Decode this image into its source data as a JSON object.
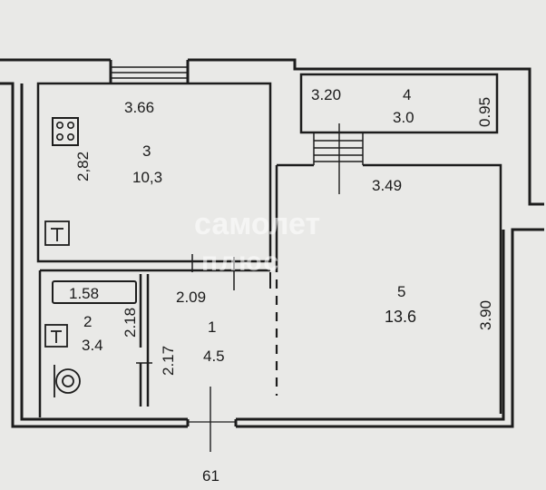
{
  "rooms": [
    {
      "id": "1",
      "number": "1",
      "area": "4.5"
    },
    {
      "id": "2",
      "number": "2",
      "area": "3.4"
    },
    {
      "id": "3",
      "number": "3",
      "area": "10,3"
    },
    {
      "id": "4",
      "number": "4",
      "area": "3.0"
    },
    {
      "id": "5",
      "number": "5",
      "area": "13.6"
    }
  ],
  "dimensions": {
    "kitchen_width": "3.66",
    "kitchen_height": "2,82",
    "balcony_width": "3.20",
    "balcony_depth": "0.95",
    "living_width": "3.49",
    "living_height": "3.90",
    "bath_width": "1.58",
    "bath_height": "2.18",
    "hall_width": "2.09",
    "hall_height": "2.17"
  },
  "footer_number": "61",
  "watermark": {
    "line1": "самолет",
    "line2": "плюс"
  }
}
